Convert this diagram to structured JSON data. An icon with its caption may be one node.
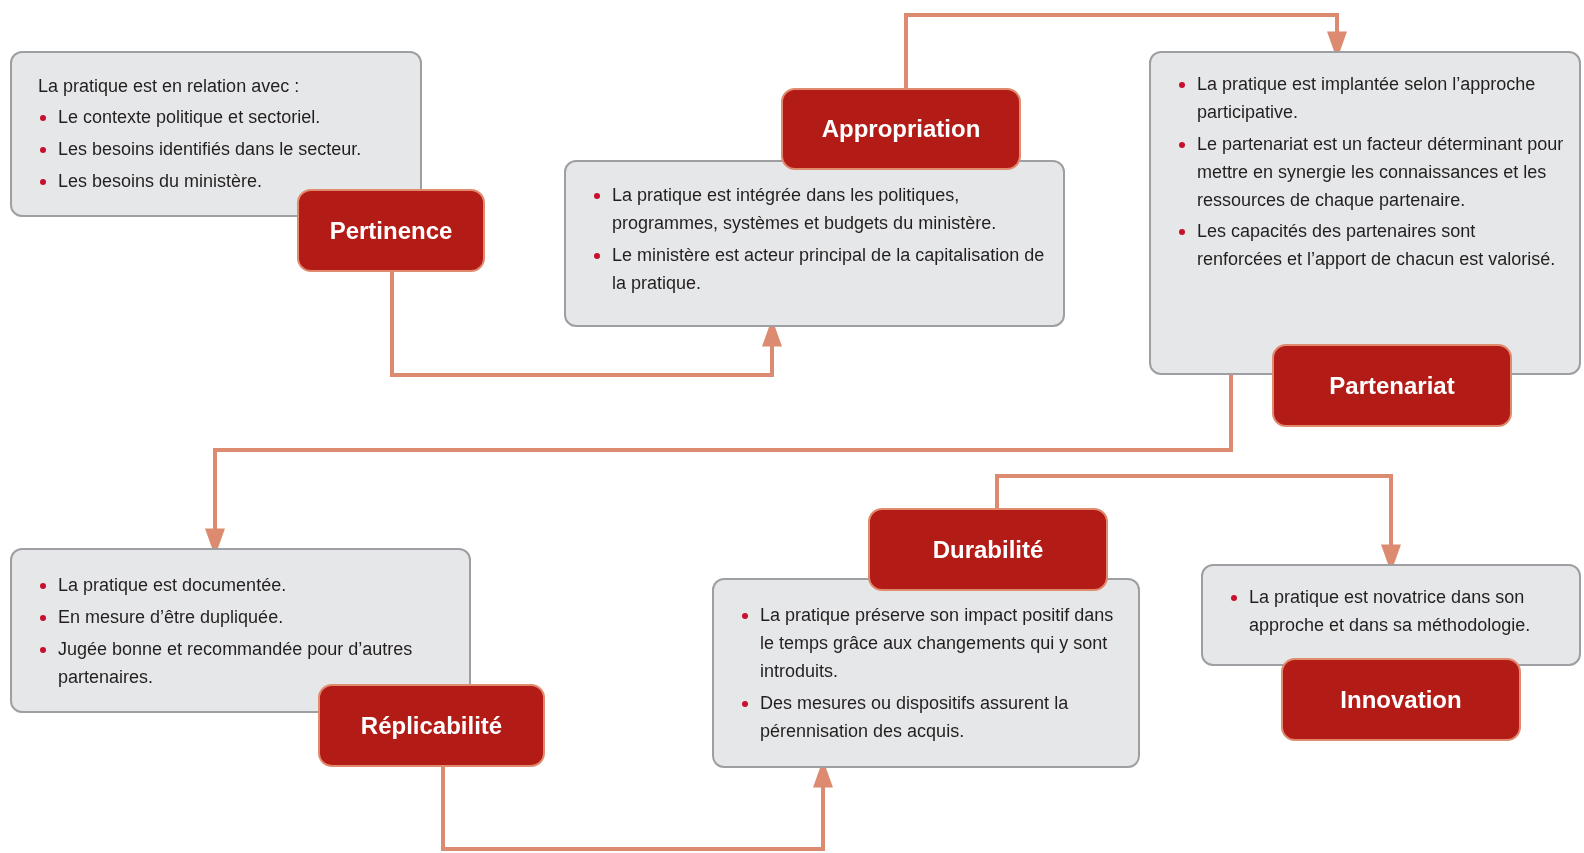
{
  "diagram": {
    "nodes": [
      {
        "text": [
          "La pratique est en relation avec :",
          "Le contexte politique et sectoriel.",
          "Les besoins identifiés dans le secteur.",
          "Les besoins du ministère."
        ]
      },
      {
        "text": [
          "Pertinence"
        ]
      },
      {
        "text": [
          "Appropriation"
        ]
      },
      {
        "text": [
          "La pratique est intégrée dans les politiques, programmes, systèmes et budgets du ministère.",
          "Le ministère est acteur principal de la capitalisation de la pratique."
        ]
      },
      {
        "text": [
          "La pratique est implantée selon l’approche participative.",
          "Le partenariat est un facteur déterminant pour mettre en synergie les connaissances et les ressources de chaque partenaire.",
          "Les capacités des partenaires sont renforcées et l’apport de chacun est valorisé."
        ]
      },
      {
        "text": [
          "Partenariat"
        ]
      },
      {
        "text": [
          "La pratique est documentée.",
          "En mesure d’être dupliquée.",
          "Jugée bonne et recommandée pour d’autres partenaires."
        ]
      },
      {
        "text": [
          "Réplicabilité"
        ]
      },
      {
        "text": [
          "Durabilité"
        ]
      },
      {
        "text": [
          "La pratique préserve son impact positif dans le temps grâce aux changements qui y sont introduits.",
          "Des mesures ou dispositifs assurent la pérennisation des acquis."
        ]
      },
      {
        "text": [
          "La pratique est novatrice dans son approche et dans sa méthodologie."
        ]
      },
      {
        "text": [
          "Innovation"
        ]
      }
    ],
    "edges": [
      {
        "from": 1,
        "to": 3,
        "arrow": "to"
      },
      {
        "from": 2,
        "to": 4,
        "arrow": "to"
      },
      {
        "from": 4,
        "to": 6,
        "arrow": "to"
      },
      {
        "from": 7,
        "to": 9,
        "arrow": "to"
      },
      {
        "from": 8,
        "to": 10,
        "arrow": "to"
      }
    ]
  }
}
